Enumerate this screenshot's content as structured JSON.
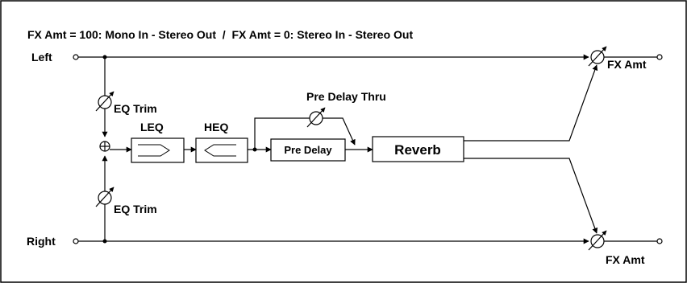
{
  "header": {
    "title": "FX Amt = 100: Mono In - Stereo Out  /  FX Amt = 0: Stereo In - Stereo Out"
  },
  "inputs": {
    "left": "Left",
    "right": "Right"
  },
  "controls": {
    "eq_trim_top": "EQ Trim",
    "eq_trim_bottom": "EQ Trim",
    "pre_delay_thru": "Pre Delay Thru",
    "fx_amt_left": "FX Amt",
    "fx_amt_right": "FX Amt"
  },
  "blocks": {
    "leq": "LEQ",
    "heq": "HEQ",
    "pre_delay": "Pre Delay",
    "reverb": "Reverb"
  }
}
